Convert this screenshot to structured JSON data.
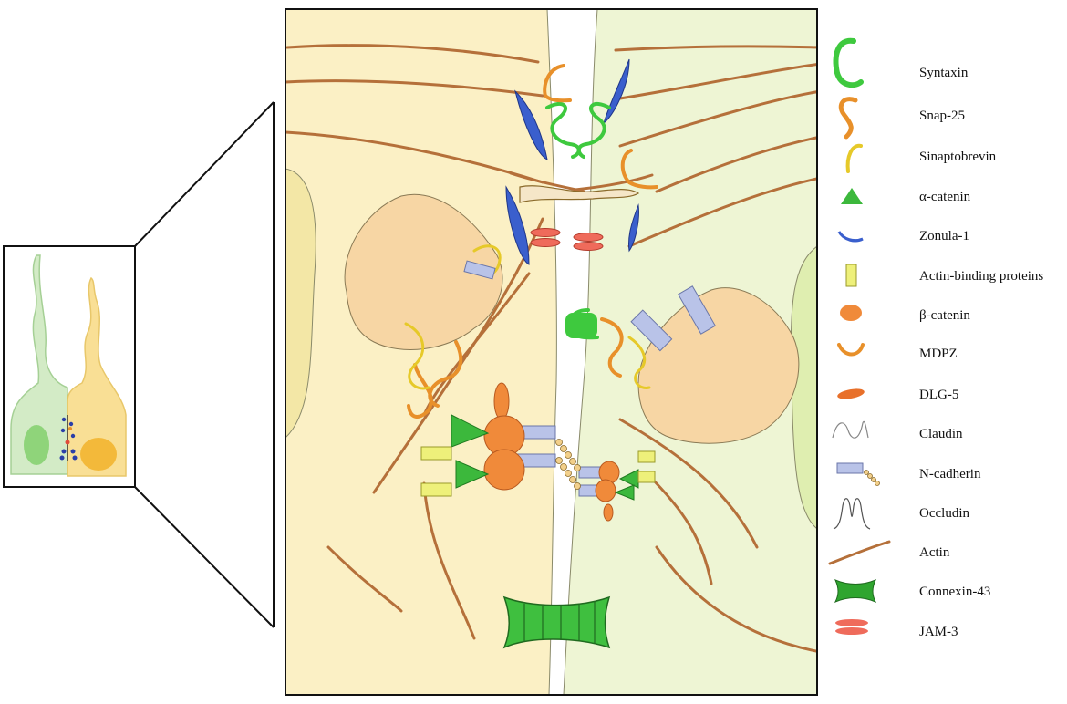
{
  "legend": [
    {
      "key": "syntaxin",
      "label": "Syntaxin",
      "color": "#3ec93e"
    },
    {
      "key": "snap25",
      "label": "Snap-25",
      "color": "#e8902a"
    },
    {
      "key": "sinaptobrevin",
      "label": "Sinaptobrevin",
      "color": "#e6c929"
    },
    {
      "key": "alpha-catenin",
      "label": "α-catenin",
      "color": "#3cb83c"
    },
    {
      "key": "zonula1",
      "label": "Zonula-1",
      "color": "#3a5fcd"
    },
    {
      "key": "actin-binding",
      "label": "Actin-binding proteins",
      "color": "#eef07a"
    },
    {
      "key": "beta-catenin",
      "label": "β-catenin",
      "color": "#f08a3a"
    },
    {
      "key": "mdpz",
      "label": "MDPZ",
      "color": "#e8902a"
    },
    {
      "key": "dlg5",
      "label": "DLG-5",
      "color": "#e8702a"
    },
    {
      "key": "claudin",
      "label": "Claudin",
      "color": "#888888"
    },
    {
      "key": "ncadherin",
      "label": "N-cadherin",
      "color": "#b9c3e8"
    },
    {
      "key": "occludin",
      "label": "Occludin",
      "color": "#555555"
    },
    {
      "key": "actin",
      "label": "Actin",
      "color": "#b5703a"
    },
    {
      "key": "connexin43",
      "label": "Connexin-43",
      "color": "#2fa52f"
    },
    {
      "key": "jam3",
      "label": "JAM-3",
      "color": "#ef6b5b"
    }
  ],
  "colors": {
    "left_cell": "#fbf0c5",
    "right_cell": "#eef5d4",
    "nucleus": "#f7d6a4",
    "cleft": "#ffffff",
    "outline": "#111111",
    "actin": "#b5703a"
  }
}
